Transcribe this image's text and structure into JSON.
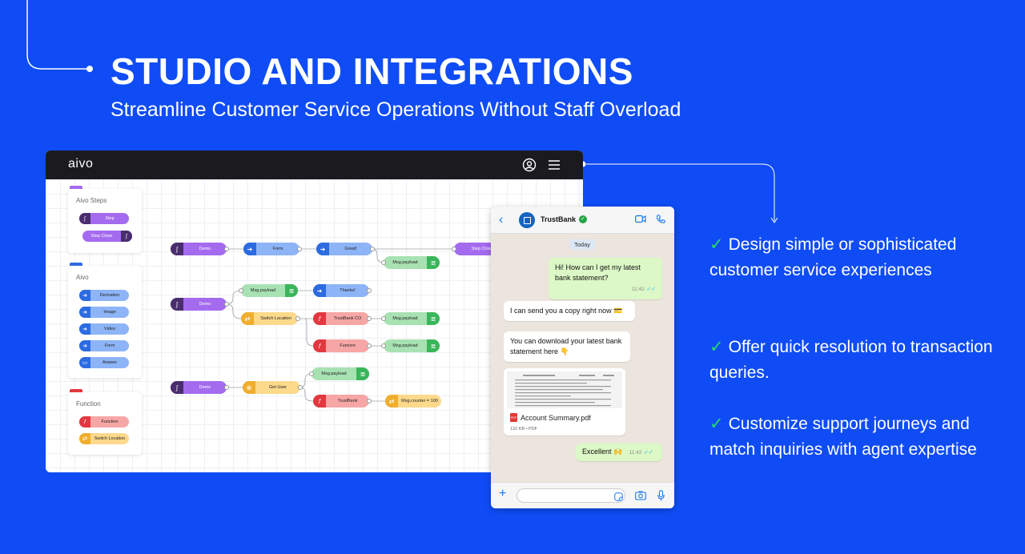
{
  "header": {
    "title": "STUDIO AND INTEGRATIONS",
    "subtitle": "Streamline Customer Service Operations Without Staff Overload"
  },
  "studio": {
    "logo": "aivo",
    "panels": {
      "steps": {
        "title": "Aivo Steps",
        "items": [
          "Step",
          "Step Close"
        ]
      },
      "aivo": {
        "title": "Aivo",
        "items": [
          "Derivation",
          "Image",
          "Video",
          "Form",
          "Answer"
        ]
      },
      "function": {
        "title": "Function",
        "items": [
          "Function",
          "Switch Location"
        ]
      }
    },
    "flow": {
      "row1": [
        "Demo",
        "Form",
        "Great!",
        "Msg.payload",
        "Step Close"
      ],
      "row2": [
        "Demo",
        "Msg.payload",
        "Thanks!",
        "Switch Location",
        "TrustBank CO",
        "Msg.payload",
        "Funcion",
        "Msg.payload"
      ],
      "row3": [
        "Demo",
        "Get User",
        "Msg.payload",
        "TrustBank",
        "Msg.counter = 100"
      ]
    }
  },
  "chat": {
    "contact": "TrustBank",
    "date_chip": "Today",
    "messages": [
      {
        "text": "Hi! How can I get my latest bank statement?",
        "time": "11:42"
      },
      {
        "text": "I can send you a copy right now 💳"
      },
      {
        "text": "You can download your latest bank statement here 👇"
      },
      {
        "text": "Excellent 🙌",
        "time": "11:42"
      }
    ],
    "document": {
      "name": "Account Summary.pdf",
      "meta": "132 KB • PDF",
      "badge": "PDF"
    }
  },
  "bullets": [
    "Design simple or sophisticated customer service experiences",
    "Offer quick resolution to transaction queries.",
    "Customize support journeys and match inquiries with agent expertise"
  ],
  "colors": {
    "background": "#0F4CF5",
    "check": "#2BD96B",
    "studio_bar": "#1B1B1F"
  }
}
